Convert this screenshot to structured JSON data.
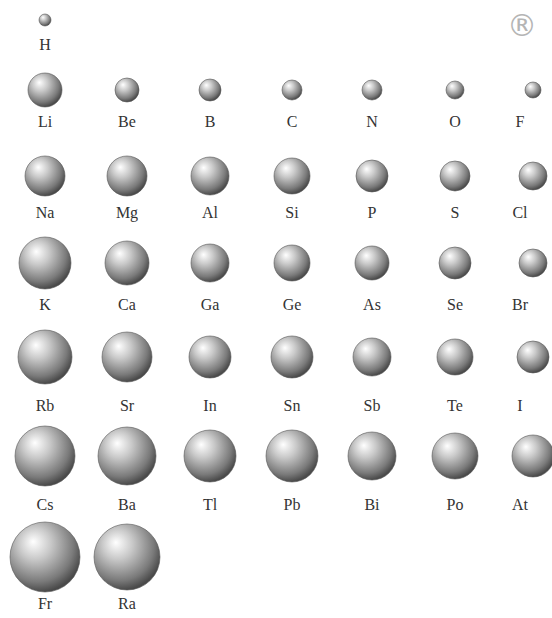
{
  "diagram": {
    "labels": [
      "H",
      "Li",
      "Be",
      "B",
      "C",
      "N",
      "O",
      "F",
      "Na",
      "Mg",
      "Al",
      "Si",
      "P",
      "S",
      "Cl",
      "K",
      "Ca",
      "Ga",
      "Ge",
      "As",
      "Se",
      "Br",
      "Rb",
      "Sr",
      "In",
      "Sn",
      "Sb",
      "Te",
      "I",
      "Cs",
      "Ba",
      "Tl",
      "Pb",
      "Bi",
      "Po",
      "At",
      "Fr",
      "Ra",
      "®"
    ]
  }
}
